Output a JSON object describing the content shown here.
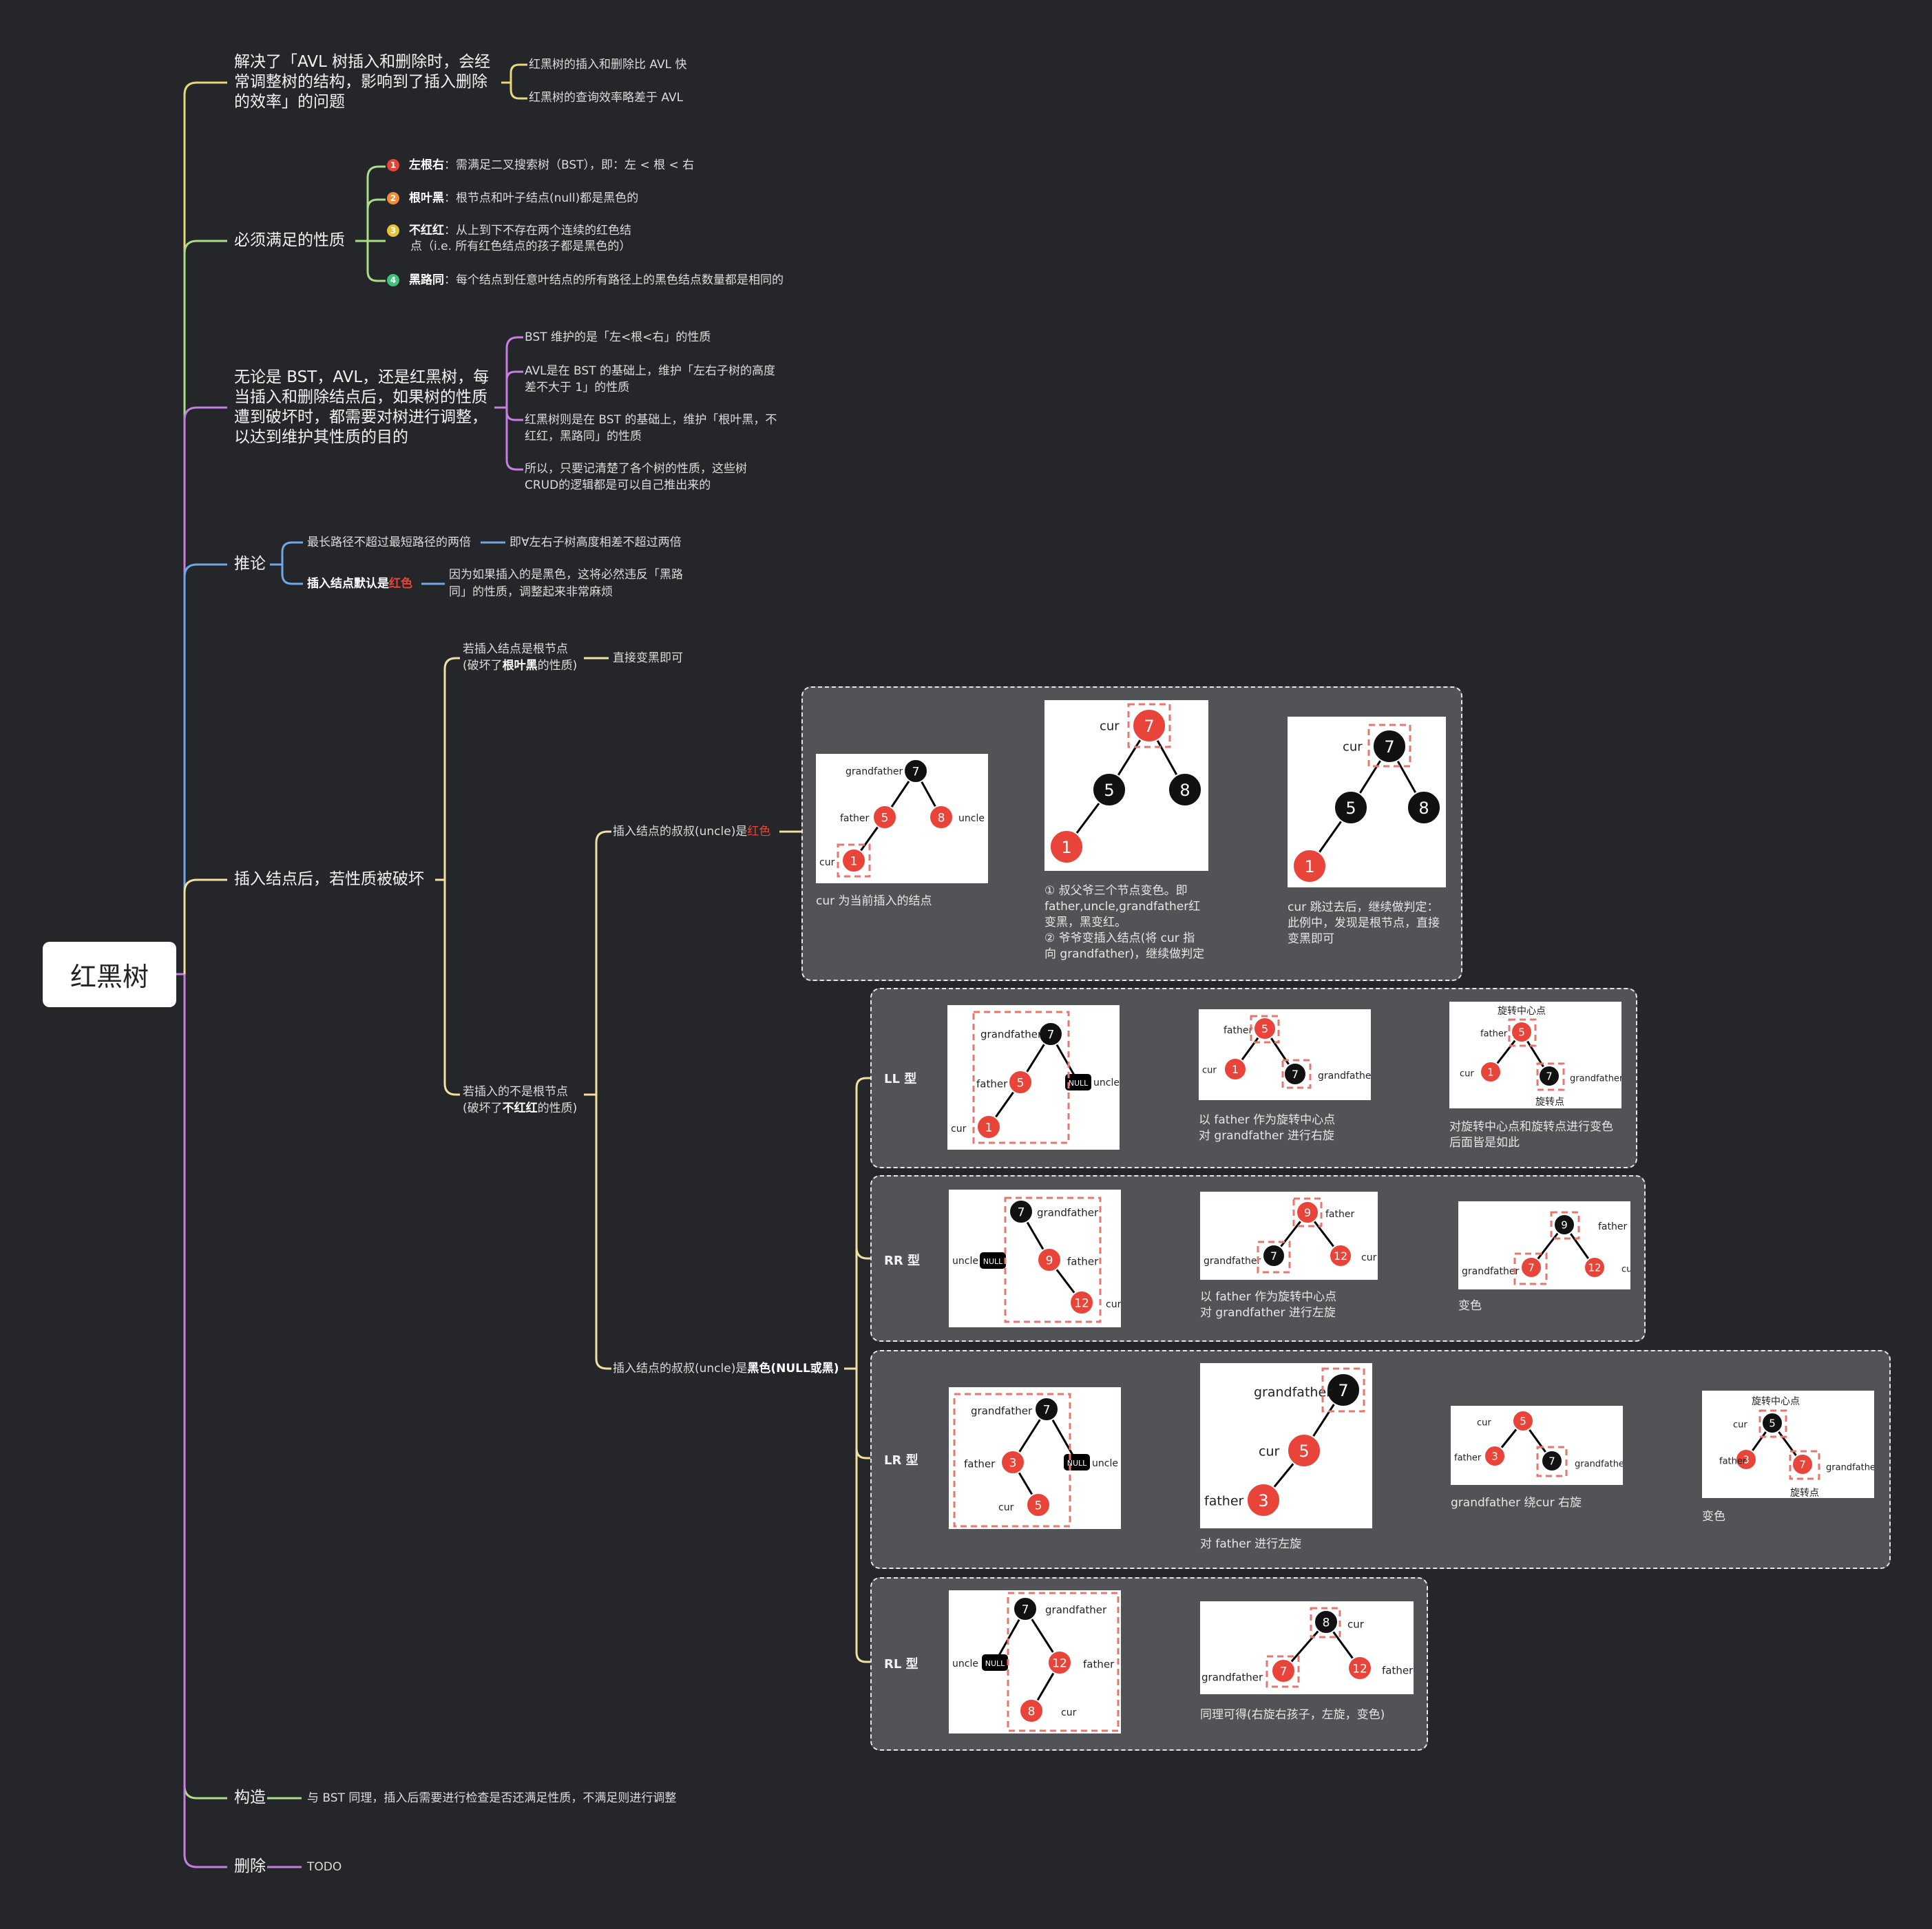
{
  "root": "红黑树",
  "n1": {
    "lines": [
      "解决了「AVL 树插入和删除时，会经",
      "常调整树的结构，影响到了插入删除",
      "的效率」的问题"
    ],
    "children": [
      "红黑树的插入和删除比 AVL 快",
      "红黑树的查询效率略差于 AVL"
    ]
  },
  "n2": {
    "label": "必须满足的性质",
    "props": [
      {
        "num": "1",
        "color": "#e8443a",
        "title": "左根右",
        "text": "：需满足二叉搜索树（BST），即：左 < 根 < 右",
        "text2": ""
      },
      {
        "num": "2",
        "color": "#f08c3a",
        "title": "根叶黑",
        "text": "：根节点和叶子结点(null)都是黑色的",
        "text2": ""
      },
      {
        "num": "3",
        "color": "#e8c435",
        "title": "不红红",
        "text": "：从上到下不存在两个连续的红色结",
        "text2": "点（i.e. 所有红色结点的孩子都是黑色的）"
      },
      {
        "num": "4",
        "color": "#3cc47a",
        "title": "黑路同",
        "text": "：每个结点到任意叶结点的所有路径上的黑色结点数量都是相同的",
        "text2": ""
      }
    ]
  },
  "n3": {
    "lines": [
      "无论是 BST，AVL，还是红黑树，每",
      "当插入和删除结点后，如果树的性质",
      "遭到破坏时，都需要对树进行调整，",
      "以达到维护其性质的目的"
    ],
    "children": [
      [
        "BST 维护的是「左<根<右」的性质"
      ],
      [
        "AVL是在 BST 的基础上，维护「左右子树的高度",
        "差不大于 1」的性质"
      ],
      [
        "红黑树则是在 BST 的基础上，维护「根叶黑，不",
        "红红，黑路同」的性质"
      ],
      [
        "所以，只要记清楚了各个树的性质，这些树",
        "CRUD的逻辑都是可以自己推出来的"
      ]
    ]
  },
  "n4": {
    "label": "推论",
    "c1": "最长路径不超过最短路径的两倍",
    "c1_child": "即∀左右子树高度相差不超过两倍",
    "c2_prefix": "插入结点默认是",
    "c2_red": "红色",
    "c2_child": [
      "因为如果插入的是黑色，这将必然违反「黑路",
      "同」的性质，调整起来非常麻烦"
    ]
  },
  "n5": {
    "label": "插入结点后，若性质被破坏",
    "a_line1": "若插入结点是根节点",
    "a_pre": "(破坏了",
    "a_bold": "根叶黑",
    "a_post": "的性质)",
    "a_child": "直接变黑即可",
    "b_line1": "若插入的不是根节点",
    "b_pre": "(破坏了",
    "b_bold": "不红红",
    "b_post": "的性质)",
    "uncle_red_pre": "插入结点的叔叔(uncle)是",
    "uncle_red_red": "红色",
    "uncle_black_pre": "插入结点的叔叔(uncle)是",
    "uncle_black_bold": "黑色(NULL或黑)",
    "red_caps": {
      "c1": [
        "cur 为当前插入的结点"
      ],
      "c2": [
        "① 叔父爷三个节点变色。即",
        "father,uncle,grandfather红",
        "变黑，黑变红。",
        "② 爷爷变插入结点(将 cur 指",
        "向 grandfather)，继续做判定"
      ],
      "c3": [
        "cur 跳过去后，继续做判定：",
        "此例中，发现是根节点，直接",
        "变黑即可"
      ]
    },
    "LL": {
      "tag": "LL 型",
      "cap1": [
        "以 father 作为旋转中心点",
        "对 grandfather 进行右旋"
      ],
      "cap2": [
        "对旋转中心点和旋转点进行变色",
        "后面皆是如此"
      ]
    },
    "RR": {
      "tag": "RR 型",
      "cap1": [
        "以 father 作为旋转中心点",
        "对 grandfather 进行左旋"
      ],
      "cap2": [
        "变色"
      ]
    },
    "LR": {
      "tag": "LR 型",
      "cap1": [
        "对 father 进行左旋"
      ],
      "cap2": [
        "grandfather 绕cur 右旋"
      ],
      "cap3": [
        "变色"
      ]
    },
    "RL": {
      "tag": "RL 型",
      "cap1": [
        "同理可得(右旋右孩子，左旋，变色)"
      ]
    }
  },
  "tree_labels": {
    "grandfather": "grandfather",
    "father": "father",
    "uncle": "uncle",
    "cur": "cur",
    "null": "NULL",
    "rot_center": "旋转中心点",
    "rot_point": "旋转点"
  },
  "n6": {
    "label": "构造",
    "child": "与 BST 同理，插入后需要进行检查是否还满足性质，不满足则进行调整"
  },
  "n7": {
    "label": "删除",
    "child": "TODO"
  },
  "colors": {
    "n1": "#e8d87a",
    "n2": "#a9dd86",
    "n3": "#c77ee0",
    "n4": "#6da8e8",
    "n5": "#f1e0a0",
    "n6": "#a9dd86",
    "n7": "#c77ee0",
    "red_node": "#e8443a",
    "black_node": "#111111"
  }
}
